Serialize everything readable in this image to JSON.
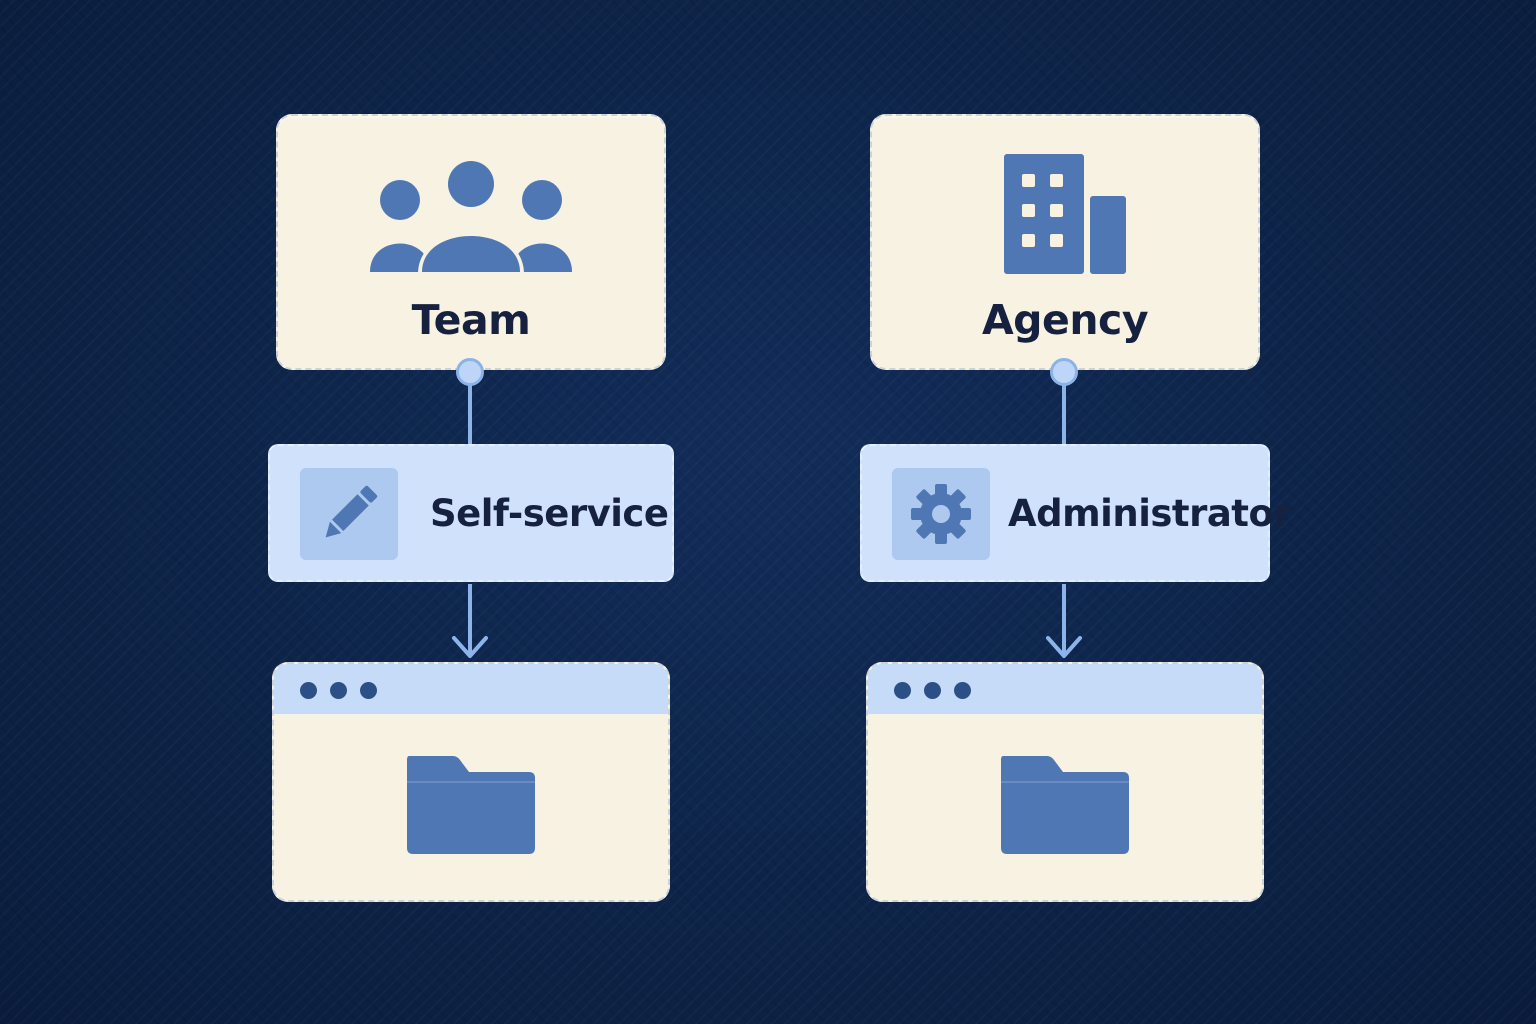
{
  "diagram": {
    "left": {
      "entity_label": "Team",
      "entity_icon": "team-people-icon",
      "role_label": "Self-service",
      "role_icon": "pencil-icon",
      "target_icon": "folder-icon"
    },
    "right": {
      "entity_label": "Agency",
      "entity_icon": "office-building-icon",
      "role_label": "Administrator",
      "role_icon": "gear-icon",
      "target_icon": "folder-icon"
    }
  },
  "colors": {
    "background": "#0d2448",
    "card": "#f8f2e2",
    "role_box": "#cfe1fb",
    "icon": "#4f77b3",
    "connector": "#8db4ea",
    "text": "#16213f"
  }
}
